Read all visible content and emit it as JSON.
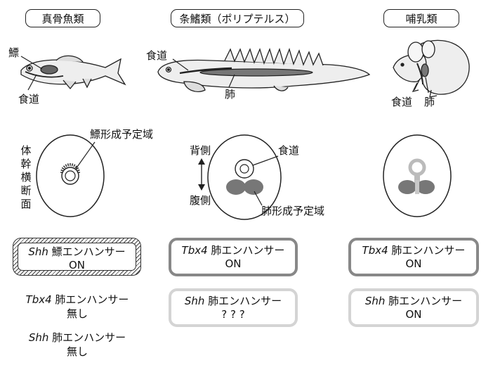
{
  "titles": {
    "teleost": "真骨魚類",
    "polypterus": "条鰭類（ポリプテルス）",
    "mammal": "哺乳類"
  },
  "labels": {
    "swim_bladder": "鰾",
    "esophagus": "食道",
    "lung": "肺",
    "swim_bladder_field": "鰾形成予定域",
    "lung_field": "肺形成予定域",
    "dorsal": "背側",
    "ventral": "腹側",
    "trunk_cross_section": [
      "体",
      "幹",
      "横",
      "断",
      "面"
    ]
  },
  "boxes": {
    "teleost_shh": {
      "gene": "Shh",
      "text": " 鰾エンハンサー",
      "status": "ON"
    },
    "teleost_tbx4": {
      "gene": "Tbx4",
      "text": " 肺エンハンサー",
      "status": "無し"
    },
    "teleost_shh_lung": {
      "gene": "Shh",
      "text": " 肺エンハンサー",
      "status": "無し"
    },
    "poly_tbx4": {
      "gene": "Tbx4",
      "text": " 肺エンハンサー",
      "status": "ON"
    },
    "poly_shh": {
      "gene": "Shh",
      "text": " 肺エンハンサー",
      "status": "? ? ?"
    },
    "mammal_tbx4": {
      "gene": "Tbx4",
      "text": " 肺エンハンサー",
      "status": "ON"
    },
    "mammal_shh": {
      "gene": "Shh",
      "text": " 肺エンハンサー",
      "status": "ON"
    }
  },
  "colors": {
    "dark_border": "#888888",
    "light_border": "#d4d4d4",
    "organ_gray": "#777777"
  }
}
